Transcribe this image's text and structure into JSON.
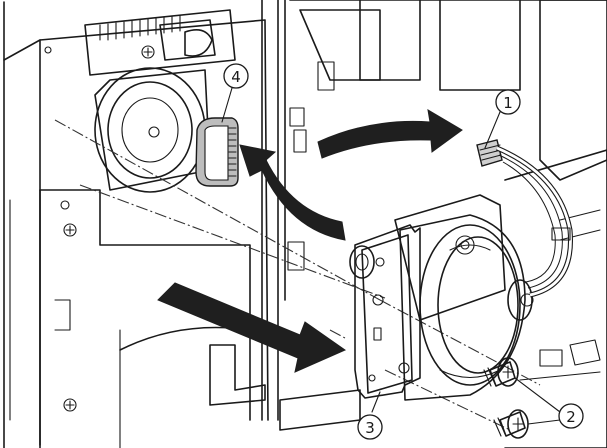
{
  "callouts": {
    "c1": "1",
    "c2": "2",
    "c3": "3",
    "c4": "4"
  },
  "colors": {
    "line": "#1a1a1a",
    "shade_light": "#e6e6e6",
    "shade_mid": "#bdbdbd",
    "shade_dark": "#7a7a7a",
    "arrow": "#1f1f1f",
    "background": "#ffffff"
  }
}
